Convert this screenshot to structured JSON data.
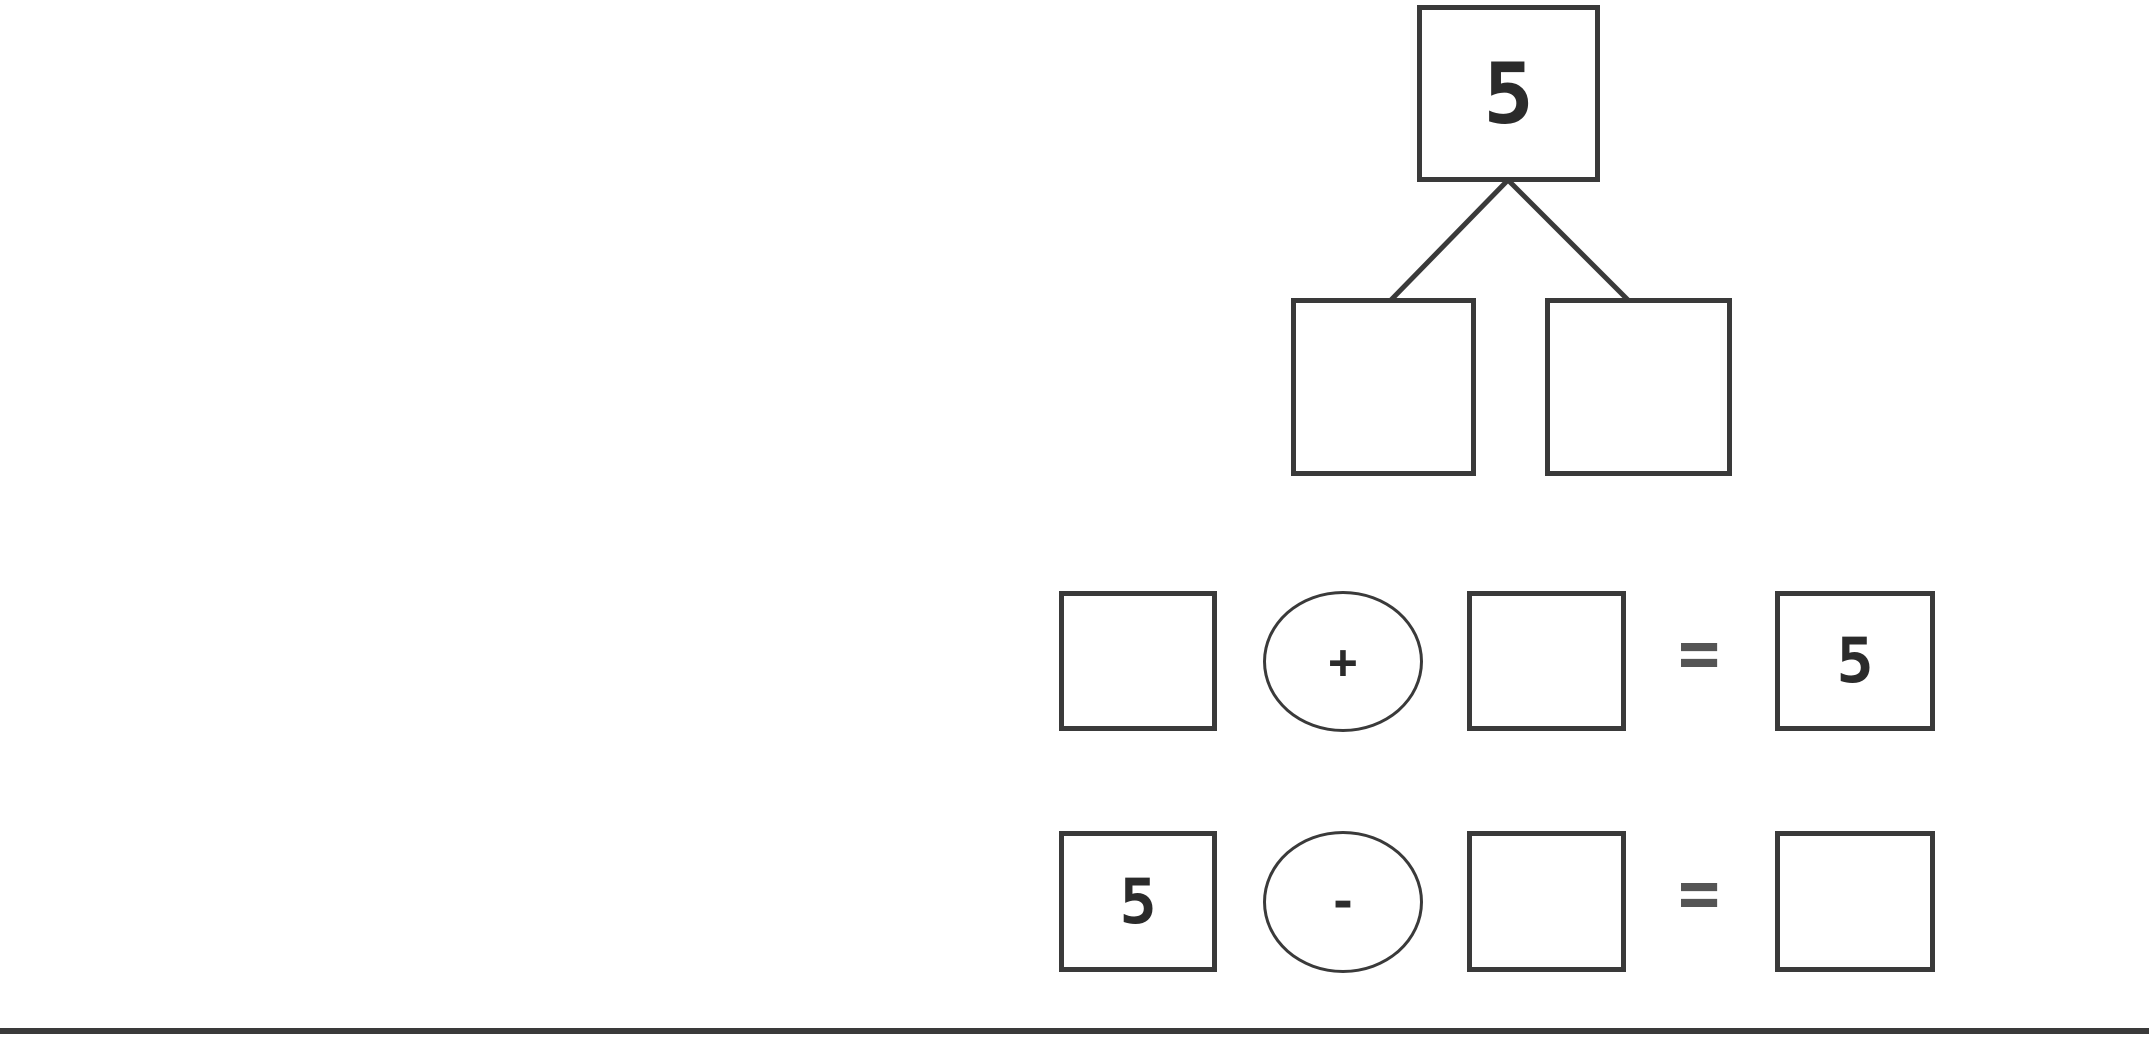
{
  "number_bond": {
    "whole": "5",
    "part_left": "",
    "part_right": ""
  },
  "addition_sentence": {
    "addend_1": "",
    "operator": "+",
    "addend_2": "",
    "equals": "=",
    "sum": "5"
  },
  "subtraction_sentence": {
    "minuend": "5",
    "operator": "-",
    "subtrahend": "",
    "equals": "=",
    "difference": ""
  }
}
